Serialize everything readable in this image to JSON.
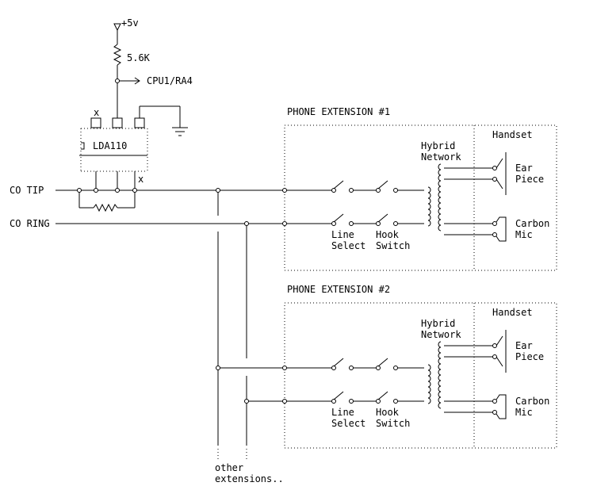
{
  "schematic": {
    "supply": "+5v",
    "resistor_top": "5.6K",
    "cpu_output": "CPU1/RA4",
    "opto_chip": "LDA110",
    "opto_x_top": "x",
    "opto_x_bottom": "x",
    "co_tip": "CO TIP",
    "co_ring": "CO RING",
    "other_line1": "other",
    "other_line2": "extensions.."
  },
  "extensions": [
    {
      "title": "PHONE EXTENSION #1",
      "hybrid_line1": "Hybrid",
      "hybrid_line2": "Network",
      "handset": "Handset",
      "ear_line1": "Ear",
      "ear_line2": "Piece",
      "mic_line1": "Carbon",
      "mic_line2": "Mic",
      "line_select_1": "Line",
      "line_select_2": "Select",
      "hook_switch_1": "Hook",
      "hook_switch_2": "Switch"
    },
    {
      "title": "PHONE EXTENSION #2",
      "hybrid_line1": "Hybrid",
      "hybrid_line2": "Network",
      "handset": "Handset",
      "ear_line1": "Ear",
      "ear_line2": "Piece",
      "mic_line1": "Carbon",
      "mic_line2": "Mic",
      "line_select_1": "Line",
      "line_select_2": "Select",
      "hook_switch_1": "Hook",
      "hook_switch_2": "Switch"
    }
  ]
}
